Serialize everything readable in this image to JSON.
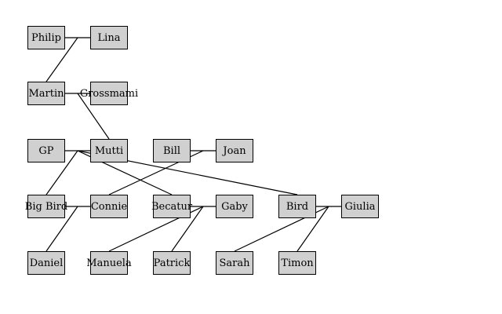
{
  "family_tree": {
    "nodes": {
      "philip": "Philip",
      "lina": "Lina",
      "martin": "Martin",
      "grossmami": "Grossmami",
      "gp": "GP",
      "mutti": "Mutti",
      "bill": "Bill",
      "joan": "Joan",
      "bigbird": "Big Bird",
      "connie": "Connie",
      "becatur": "Becatur",
      "gaby": "Gaby",
      "bird": "Bird",
      "giulia": "Giulia",
      "daniel": "Daniel",
      "manuela": "Manuela",
      "patrick": "Patrick",
      "sarah": "Sarah",
      "timon": "Timon"
    },
    "couples": [
      {
        "a": "philip",
        "b": "lina",
        "children": [
          "martin"
        ]
      },
      {
        "a": "martin",
        "b": "grossmami",
        "children": [
          "mutti"
        ]
      },
      {
        "a": "gp",
        "b": "mutti",
        "children": [
          "bigbird",
          "becatur",
          "bird"
        ]
      },
      {
        "a": "bill",
        "b": "joan",
        "children": [
          "connie"
        ]
      },
      {
        "a": "bigbird",
        "b": "connie",
        "children": [
          "daniel"
        ]
      },
      {
        "a": "becatur",
        "b": "gaby",
        "children": [
          "manuela",
          "patrick"
        ]
      },
      {
        "a": "bird",
        "b": "giulia",
        "children": [
          "sarah",
          "timon"
        ]
      }
    ]
  }
}
